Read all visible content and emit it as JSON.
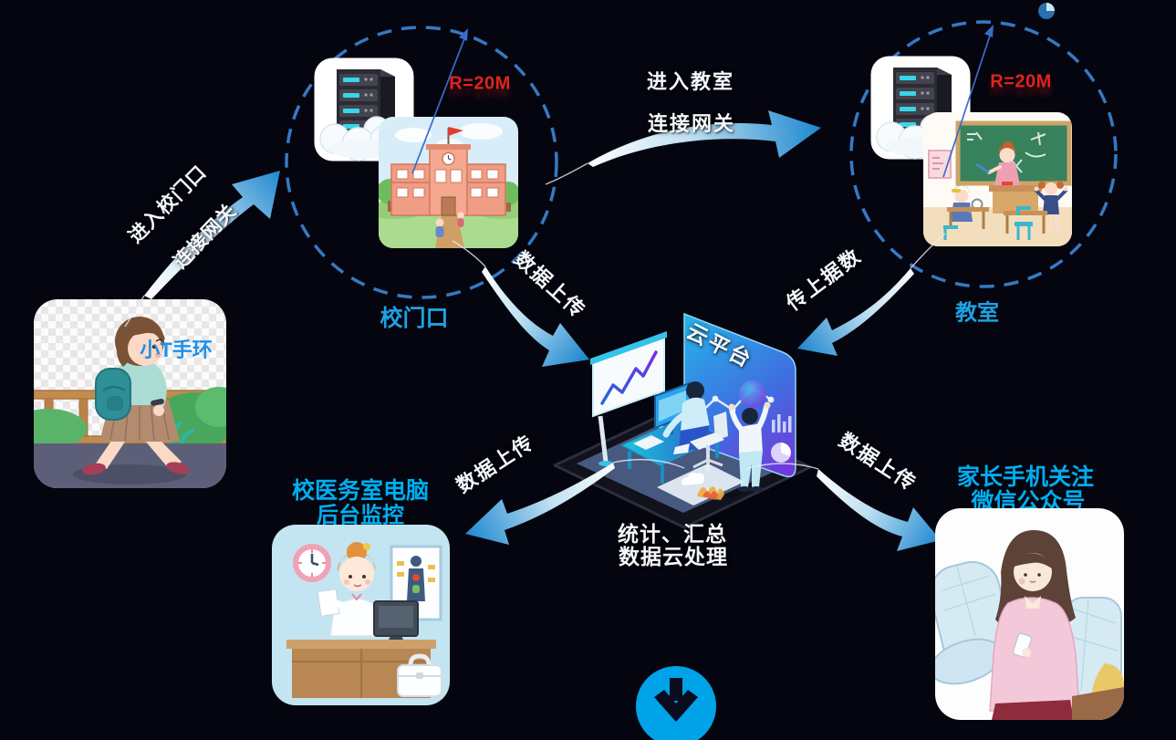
{
  "colors": {
    "background": "#05050f",
    "accent_blue": "#2a93d8",
    "dashed_circle": "#3579c4",
    "label_cyan": "#00aeef",
    "label_blue": "#1da2e2",
    "radius_red": "#e0241b",
    "down_button": "#00a2e8"
  },
  "wristband": {
    "label": "小T手环"
  },
  "gate_zone": {
    "label": "校门口",
    "radius_label": "R=20M"
  },
  "classroom_zone": {
    "label": "教室",
    "radius_label": "R=20M"
  },
  "arrows": {
    "enter_gate_line1": "进入校门口",
    "enter_gate_line2": "连接网关",
    "enter_classroom_line1": "进入教室",
    "enter_classroom_line2": "连接网关",
    "gate_upload": "数据上传",
    "classroom_upload": "传上据数",
    "clinic_upload": "数据上传",
    "parent_upload": "数据上传"
  },
  "cloud_platform": {
    "screen_title": "云平台",
    "caption_line1": "统计、汇总",
    "caption_line2": "数据云处理"
  },
  "clinic": {
    "label_line1": "校医务室电脑",
    "label_line2": "后台监控"
  },
  "parent": {
    "label_line1": "家长手机关注",
    "label_line2": "微信公众号"
  }
}
